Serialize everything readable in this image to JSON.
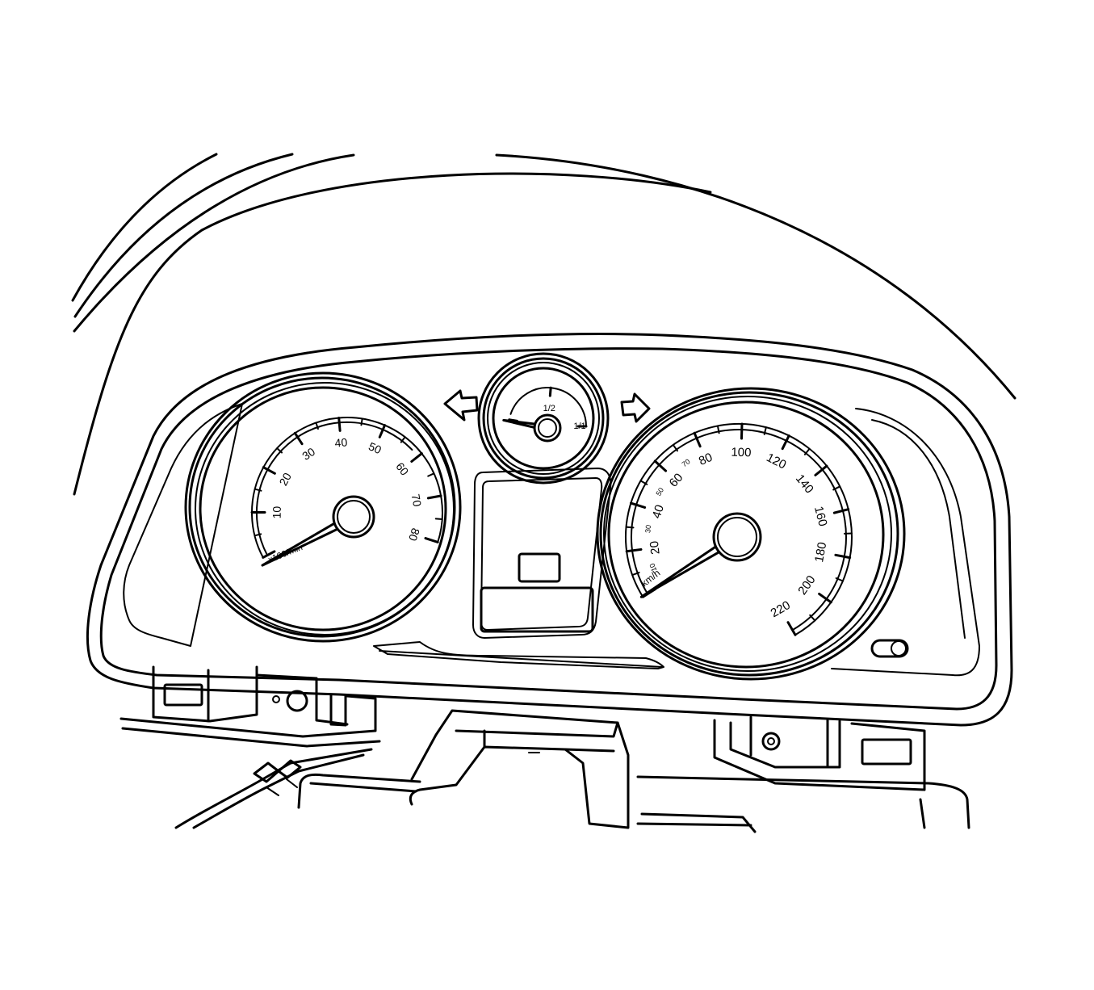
{
  "diagram": {
    "tachometer": {
      "ticks": [
        {
          "label": "10",
          "value": 10
        },
        {
          "label": "20",
          "value": 20
        },
        {
          "label": "30",
          "value": 30
        },
        {
          "label": "40",
          "value": 40
        },
        {
          "label": "50",
          "value": 50
        },
        {
          "label": "60",
          "value": 60
        },
        {
          "label": "70",
          "value": 70
        },
        {
          "label": "80",
          "value": 80
        }
      ],
      "unit_label": "x100/min",
      "needle_value": 0
    },
    "fuel_gauge": {
      "labels": [
        {
          "label": "1/2",
          "value": 0.5
        },
        {
          "label": "1/1",
          "value": 1.0
        }
      ],
      "needle_value": 0
    },
    "speedometer": {
      "major_ticks": [
        {
          "label": "20",
          "value": 20
        },
        {
          "label": "40",
          "value": 40
        },
        {
          "label": "60",
          "value": 60
        },
        {
          "label": "80",
          "value": 80
        },
        {
          "label": "100",
          "value": 100
        },
        {
          "label": "120",
          "value": 120
        },
        {
          "label": "140",
          "value": 140
        },
        {
          "label": "160",
          "value": 160
        },
        {
          "label": "180",
          "value": 180
        },
        {
          "label": "200",
          "value": 200
        },
        {
          "label": "220",
          "value": 220
        }
      ],
      "minor_labels": [
        {
          "label": "10",
          "value": 10
        },
        {
          "label": "30",
          "value": 30
        },
        {
          "label": "50",
          "value": 50
        },
        {
          "label": "70",
          "value": 70
        }
      ],
      "unit_label": "km/h",
      "needle_value": 0
    }
  }
}
